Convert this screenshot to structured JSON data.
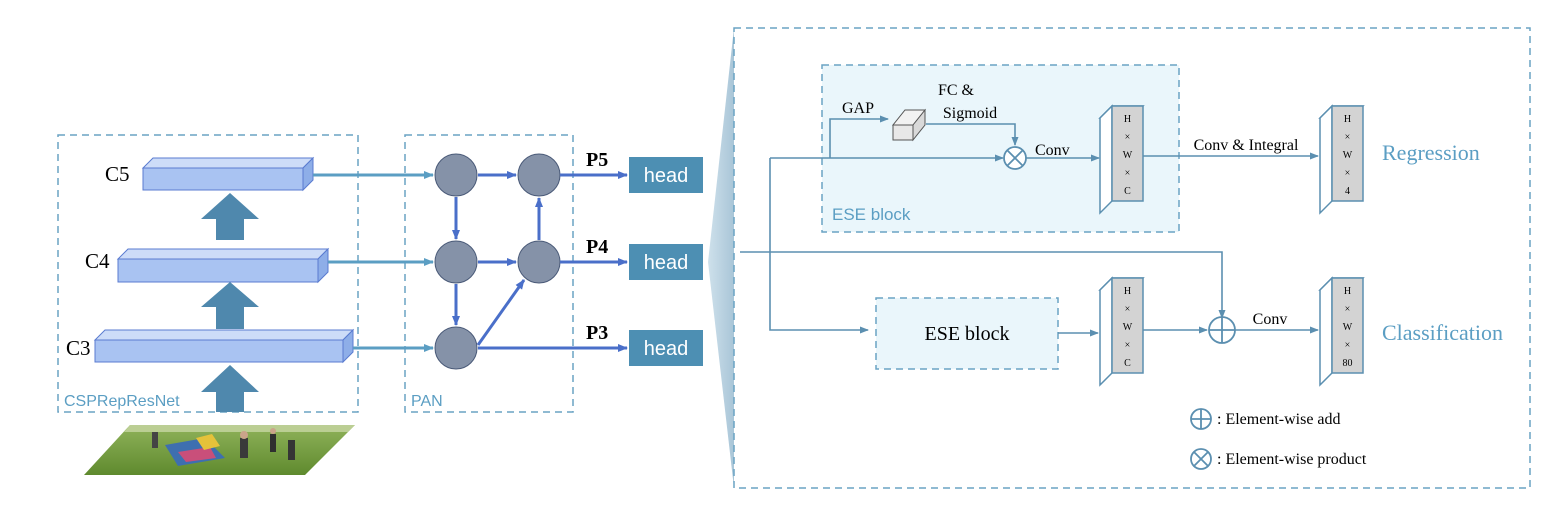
{
  "backbone": {
    "label": "CSPRepResNet",
    "levels": [
      "C5",
      "C4",
      "C3"
    ]
  },
  "neck": {
    "label": "PAN",
    "outputs": [
      "P5",
      "P4",
      "P3"
    ]
  },
  "heads": [
    "head",
    "head",
    "head"
  ],
  "detail": {
    "ese_top": {
      "label": "ESE block",
      "gap": "GAP",
      "fc_line1": "FC &",
      "fc_line2": "Sigmoid",
      "conv": "Conv"
    },
    "feat_hwc": [
      "H",
      "×",
      "W",
      "×",
      "C"
    ],
    "feat_reg": [
      "H",
      "×",
      "W",
      "×",
      "4"
    ],
    "feat_cls": [
      "H",
      "×",
      "W",
      "×",
      "80"
    ],
    "conv_integral": "Conv & Integral",
    "regression": "Regression",
    "ese_bottom": "ESE block",
    "conv_bottom": "Conv",
    "classification": "Classification"
  },
  "legend": {
    "add": ": Element-wise add",
    "product": ": Element-wise product"
  },
  "colors": {
    "dashed": "#6aa3c4",
    "arrow_light": "#5b9ec3",
    "arrow_dark": "#4a6fc9",
    "up_arrow": "#4f88ad",
    "node": "#8592a8",
    "head_fill": "#4d8fb3",
    "block_fill": "#a9c3f2",
    "ese_fill": "#eaf6fb",
    "label_blue": "#5b9ec3"
  }
}
